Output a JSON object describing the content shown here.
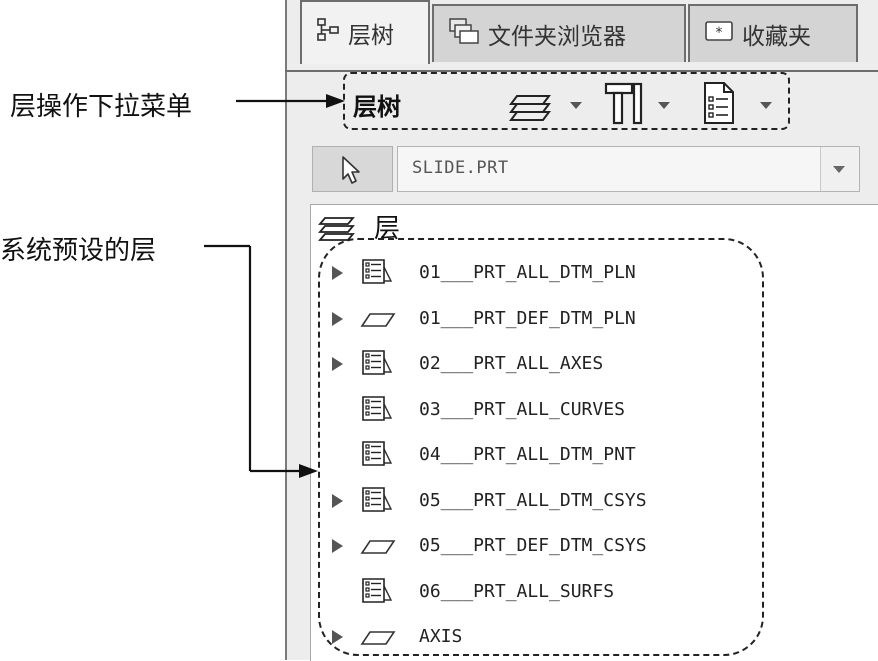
{
  "tabs": [
    {
      "label": "层树",
      "icon": "layer-tree-icon",
      "active": true
    },
    {
      "label": "文件夹浏览器",
      "icon": "folder-browser-icon",
      "active": false
    },
    {
      "label": "收藏夹",
      "icon": "favorites-icon",
      "active": false
    }
  ],
  "toolbar": {
    "title": "层树",
    "buttons": [
      {
        "icon": "layers-icon",
        "dropdown": true
      },
      {
        "icon": "tools-icon",
        "dropdown": true
      },
      {
        "icon": "settings-list-icon",
        "dropdown": true
      }
    ]
  },
  "model_selector": {
    "value": "SLIDE.PRT",
    "icon": "pointer-icon"
  },
  "tree": {
    "root_label": "层",
    "items": [
      {
        "label": "01___PRT_ALL_DTM_PLN",
        "icon": "layer-list-icon",
        "expandable": true
      },
      {
        "label": "01___PRT_DEF_DTM_PLN",
        "icon": "plane-icon",
        "expandable": true
      },
      {
        "label": "02___PRT_ALL_AXES",
        "icon": "layer-list-icon",
        "expandable": true
      },
      {
        "label": "03___PRT_ALL_CURVES",
        "icon": "layer-list-icon",
        "expandable": false
      },
      {
        "label": "04___PRT_ALL_DTM_PNT",
        "icon": "layer-list-icon",
        "expandable": false
      },
      {
        "label": "05___PRT_ALL_DTM_CSYS",
        "icon": "layer-list-icon",
        "expandable": true
      },
      {
        "label": "05___PRT_DEF_DTM_CSYS",
        "icon": "plane-icon",
        "expandable": true
      },
      {
        "label": "06___PRT_ALL_SURFS",
        "icon": "layer-list-icon",
        "expandable": false
      },
      {
        "label": "AXIS",
        "icon": "plane-icon",
        "expandable": true
      }
    ]
  },
  "annotations": {
    "dropdown_menu": "层操作下拉菜单",
    "preset_layers": "系统预设的层"
  }
}
